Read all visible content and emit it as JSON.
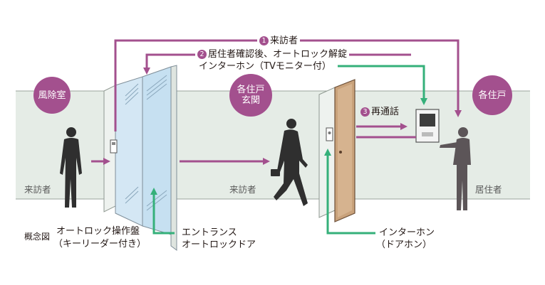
{
  "rooms": {
    "windbreak_room": "風除室",
    "unit_entrance_line1": "各住戸",
    "unit_entrance_line2": "玄関",
    "unit": "各住戸"
  },
  "zones": {
    "visitor_left": "来訪者",
    "visitor_middle": "来訪者",
    "resident": "居住者"
  },
  "steps": [
    {
      "number": "1",
      "label": "来訪者"
    },
    {
      "number": "2",
      "label": "居住者確認後、オートロック解錠"
    },
    {
      "number": "3",
      "label": "再通話"
    }
  ],
  "monitor_label": "インターホン（TVモニター付）",
  "callouts": {
    "diagram_title": "概念図",
    "panel_line1": "オートロック操作盤",
    "panel_line2": "（キーリーダー付き）",
    "entrance_door_line1": "エントランス",
    "entrance_door_line2": "オートロックドア",
    "door_phone_line1": "インターホン",
    "door_phone_line2": "（ドアホン）"
  },
  "colors": {
    "purple": "#a3508e",
    "green": "#35b07a",
    "wall": "#e5ece6",
    "figure": "#2f2f2f"
  },
  "icons": [
    "visitor-figure-icon",
    "visitor-with-bag-icon",
    "resident-figure-icon",
    "tv-monitor-icon",
    "door-intercom-icon",
    "key-reader-panel-icon"
  ]
}
